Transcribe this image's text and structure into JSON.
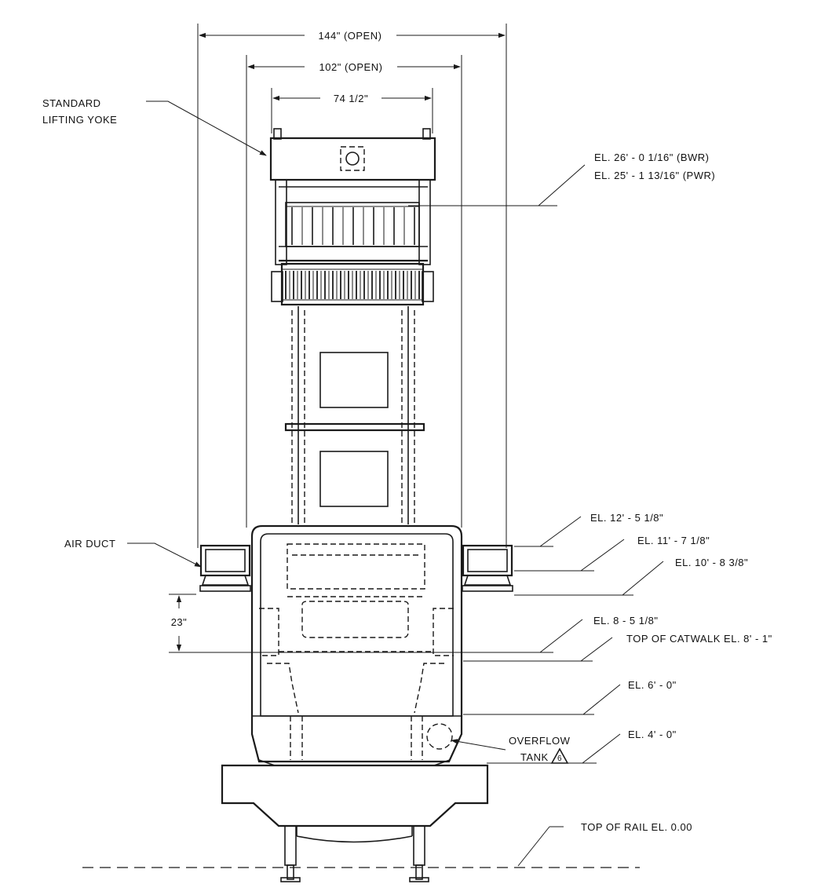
{
  "dimensions": {
    "overall_open": "144\" (OPEN)",
    "inner_open": "102\" (OPEN)",
    "yoke_width": "74 1/2\"",
    "duct_offset": "23\""
  },
  "callouts": {
    "lifting_yoke_line1": "STANDARD",
    "lifting_yoke_line2": "LIFTING YOKE",
    "air_duct": "AIR DUCT",
    "overflow_line1": "OVERFLOW",
    "overflow_line2": "TANK",
    "overflow_ref": "6"
  },
  "elevations": {
    "el_top_bwr": "EL. 26' - 0 1/16\" (BWR)",
    "el_top_pwr": "EL. 25' - 1 13/16\" (PWR)",
    "el_12": "EL. 12' - 5 1/8\"",
    "el_11": "EL. 11' - 7 1/8\"",
    "el_10": "EL. 10' - 8 3/8\"",
    "el_8": "EL. 8 - 5 1/8\"",
    "catwalk": "TOP OF CATWALK EL. 8' - 1\"",
    "el_6": "EL. 6' - 0\"",
    "el_4": "EL. 4' - 0\"",
    "top_of_rail": "TOP OF RAIL  EL. 0.00"
  }
}
